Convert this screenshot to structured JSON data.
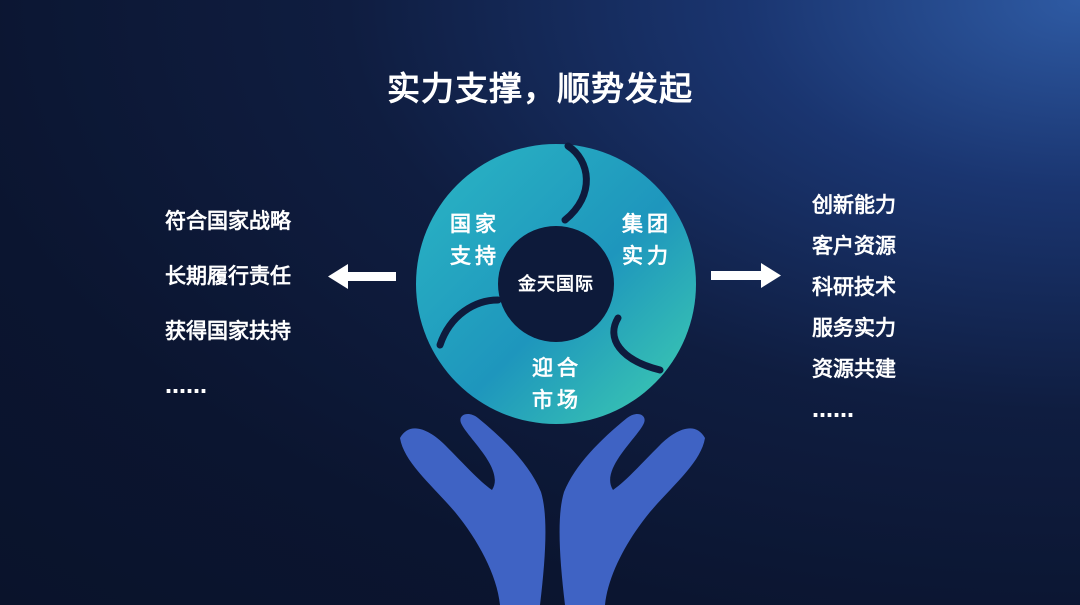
{
  "title": "实力支撑，顺势发起",
  "left_items": [
    "符合国家战略",
    "长期履行责任",
    "获得国家扶持",
    "……"
  ],
  "right_items": [
    "创新能力",
    "客户资源",
    "科研技术",
    "服务实力",
    "资源共建",
    "……"
  ],
  "center": {
    "label": "金天国际",
    "segments": [
      {
        "line1": "国家",
        "line2": "支持"
      },
      {
        "line1": "集团",
        "line2": "实力"
      },
      {
        "line1": "迎合",
        "line2": "市场"
      }
    ]
  },
  "colors": {
    "ring_start": "#1f9dc0",
    "ring_end": "#3ec9b3",
    "hands": "#3f63c4",
    "background": "#0d1a3a"
  },
  "icons": [
    "left-arrow-icon",
    "right-arrow-icon",
    "hands-icon"
  ]
}
